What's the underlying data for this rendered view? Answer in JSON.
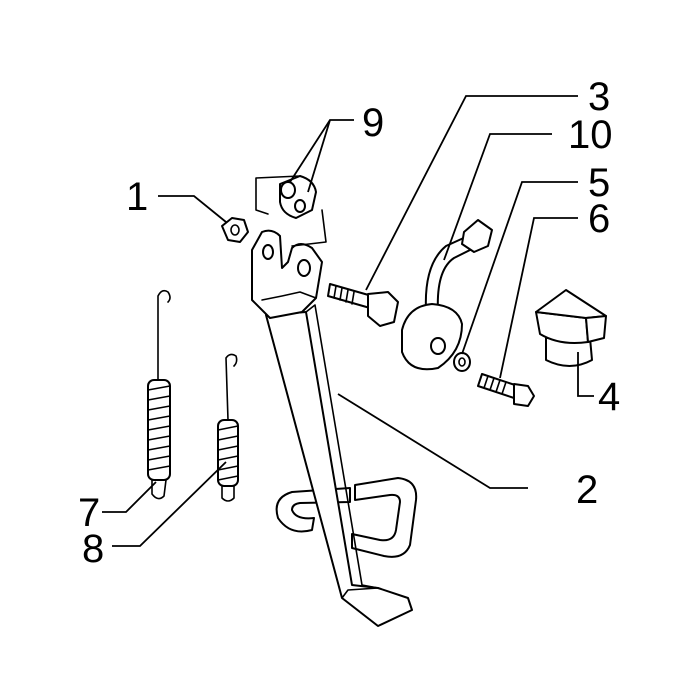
{
  "diagram": {
    "callouts": [
      {
        "id": "1",
        "label": "1",
        "part": "nut"
      },
      {
        "id": "2",
        "label": "2",
        "part": "side-stand"
      },
      {
        "id": "3",
        "label": "3",
        "part": "bolt"
      },
      {
        "id": "4",
        "label": "4",
        "part": "rubber-pad"
      },
      {
        "id": "5",
        "label": "5",
        "part": "washer"
      },
      {
        "id": "6",
        "label": "6",
        "part": "screw"
      },
      {
        "id": "7",
        "label": "7",
        "part": "long-spring"
      },
      {
        "id": "8",
        "label": "8",
        "part": "short-spring"
      },
      {
        "id": "9",
        "label": "9",
        "part": "bushing"
      },
      {
        "id": "10",
        "label": "10",
        "part": "stand-switch"
      }
    ]
  },
  "colors": {
    "line": "#000000",
    "background": "#ffffff"
  }
}
